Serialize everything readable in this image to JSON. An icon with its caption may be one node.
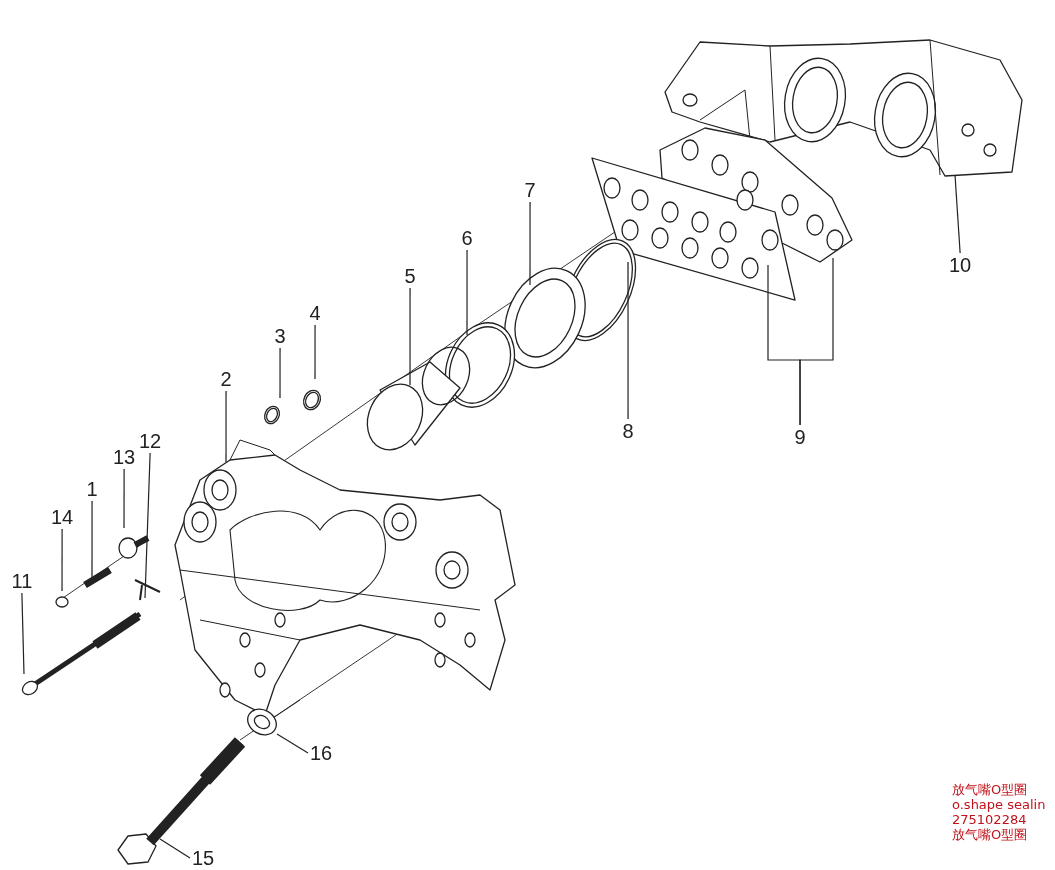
{
  "diagram": {
    "nodes": [
      {
        "text": [
          "10"
        ]
      },
      {
        "text": [
          "7"
        ]
      },
      {
        "text": [
          "6"
        ]
      },
      {
        "text": [
          "5"
        ]
      },
      {
        "text": [
          "4"
        ]
      },
      {
        "text": [
          "3"
        ]
      },
      {
        "text": [
          "8"
        ]
      },
      {
        "text": [
          "9"
        ]
      },
      {
        "text": [
          "2"
        ]
      },
      {
        "text": [
          "12"
        ]
      },
      {
        "text": [
          "13"
        ]
      },
      {
        "text": [
          "1"
        ]
      },
      {
        "text": [
          "14"
        ]
      },
      {
        "text": [
          "11"
        ]
      },
      {
        "text": [
          "16"
        ]
      },
      {
        "text": [
          "15"
        ]
      }
    ],
    "edges": [
      {
        "from": 0,
        "to": null,
        "arrow": "none"
      },
      {
        "from": 1,
        "to": null,
        "arrow": "none"
      },
      {
        "from": 2,
        "to": null,
        "arrow": "none"
      },
      {
        "from": 3,
        "to": null,
        "arrow": "none"
      },
      {
        "from": 4,
        "to": null,
        "arrow": "none"
      },
      {
        "from": 5,
        "to": null,
        "arrow": "none"
      },
      {
        "from": 6,
        "to": null,
        "arrow": "none"
      },
      {
        "from": 7,
        "to": null,
        "arrow": "none"
      },
      {
        "from": 7,
        "to": null,
        "arrow": "none"
      },
      {
        "from": 8,
        "to": null,
        "arrow": "none"
      },
      {
        "from": 9,
        "to": null,
        "arrow": "none"
      },
      {
        "from": 10,
        "to": null,
        "arrow": "none"
      },
      {
        "from": 11,
        "to": null,
        "arrow": "none"
      },
      {
        "from": 12,
        "to": null,
        "arrow": "none"
      },
      {
        "from": 13,
        "to": null,
        "arrow": "none"
      },
      {
        "from": 14,
        "to": null,
        "arrow": "none"
      },
      {
        "from": 15,
        "to": null,
        "arrow": "none"
      }
    ],
    "labels": [
      "放气嘴O型圈",
      "o.shape sealin",
      "275102284",
      "放气嘴O型圈"
    ]
  }
}
